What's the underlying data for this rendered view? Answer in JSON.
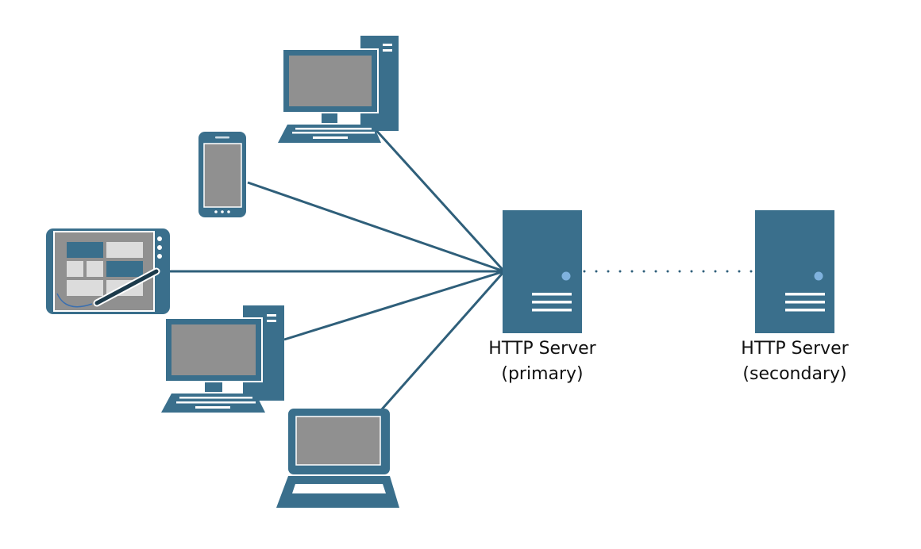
{
  "colors": {
    "device": "#3a6f8c",
    "screen": "#909090",
    "tile_light": "#dcdcdc",
    "accent_dot": "#7fb2de",
    "line": "#2f5f7a"
  },
  "icons": [
    "desktop-computer-icon",
    "smartphone-icon",
    "tablet-with-stylus-icon",
    "laptop-icon",
    "server-icon"
  ],
  "servers": {
    "primary": {
      "title": "HTTP Server",
      "role": "(primary)"
    },
    "secondary": {
      "title": "HTTP Server",
      "role": "(secondary)"
    }
  },
  "connections": {
    "clients_to_primary": [
      "desktop-top",
      "smartphone",
      "tablet",
      "desktop-bottom",
      "laptop"
    ],
    "primary_to_secondary": "dotted"
  }
}
